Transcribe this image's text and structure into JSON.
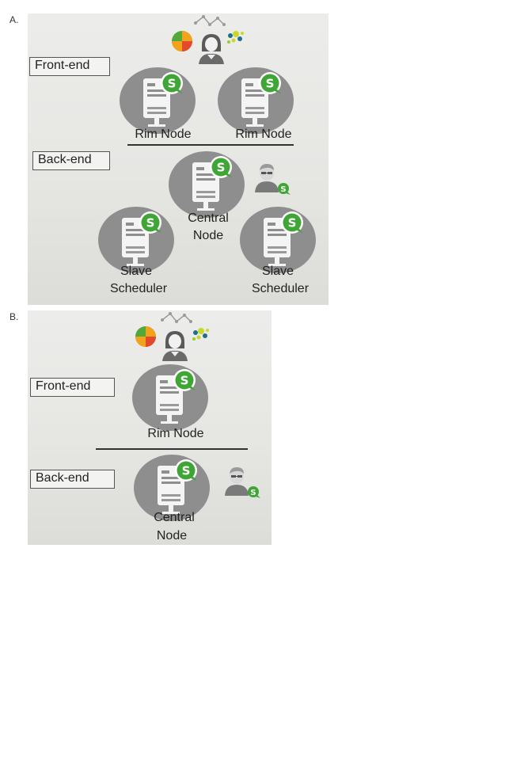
{
  "options": [
    {
      "letter": "A.",
      "front_label": "Front-end",
      "back_label": "Back-end",
      "nodes": {
        "rim_left": "Rim Node",
        "rim_right": "Rim Node",
        "central_line1": "Central",
        "central_line2": "Node",
        "slave_left_line1": "Slave",
        "slave_left_line2": "Scheduler",
        "slave_right_line1": "Slave",
        "slave_right_line2": "Scheduler"
      }
    },
    {
      "letter": "B.",
      "front_label": "Front-end",
      "back_label": "Back-end",
      "nodes": {
        "rim": "Rim Node",
        "central_line1": "Central",
        "central_line2": "Node"
      }
    }
  ],
  "icons": {
    "server": "server-icon",
    "badge": "qlik-s-badge-icon",
    "user": "user-icon",
    "admin": "admin-user-icon",
    "pie": "pie-chart-icon",
    "network": "network-icon",
    "scatter": "scatter-icon"
  },
  "colors": {
    "node_circle": "#8e8e8e",
    "server_body": "#f4f4f4",
    "badge_green": "#3fa535",
    "pie_orange": "#f3a31b",
    "pie_green": "#52a83a",
    "pie_red": "#e2492d"
  }
}
